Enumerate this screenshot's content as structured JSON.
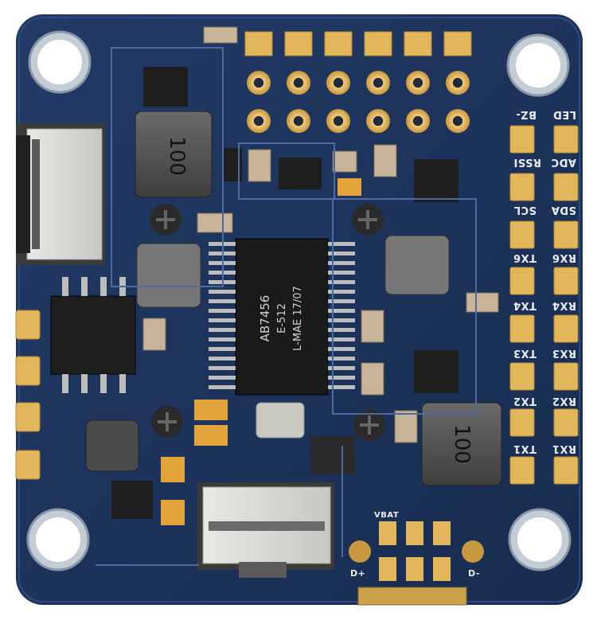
{
  "pad_labels_outer": [
    "LED",
    "ADC",
    "SDA",
    "RX6",
    "RX4",
    "RX3",
    "RX2",
    "RX1"
  ],
  "pad_labels_inner": [
    "BZ-",
    "RSSI",
    "SCL",
    "TX6",
    "TX4",
    "TX3",
    "TX2",
    "TX1"
  ],
  "inductor_top_label": "100",
  "inductor_bottom_label": "100",
  "mcu_marking": [
    "AB7456",
    "E-512",
    "L-MAE 17/07"
  ],
  "usb_labels": [
    "VBAT",
    "D+",
    "D-"
  ],
  "colors": {
    "board": "#1c3158",
    "gold_pad": "#e2b65a",
    "silk": "#e9eef5",
    "chip": "#1e1e1e"
  }
}
